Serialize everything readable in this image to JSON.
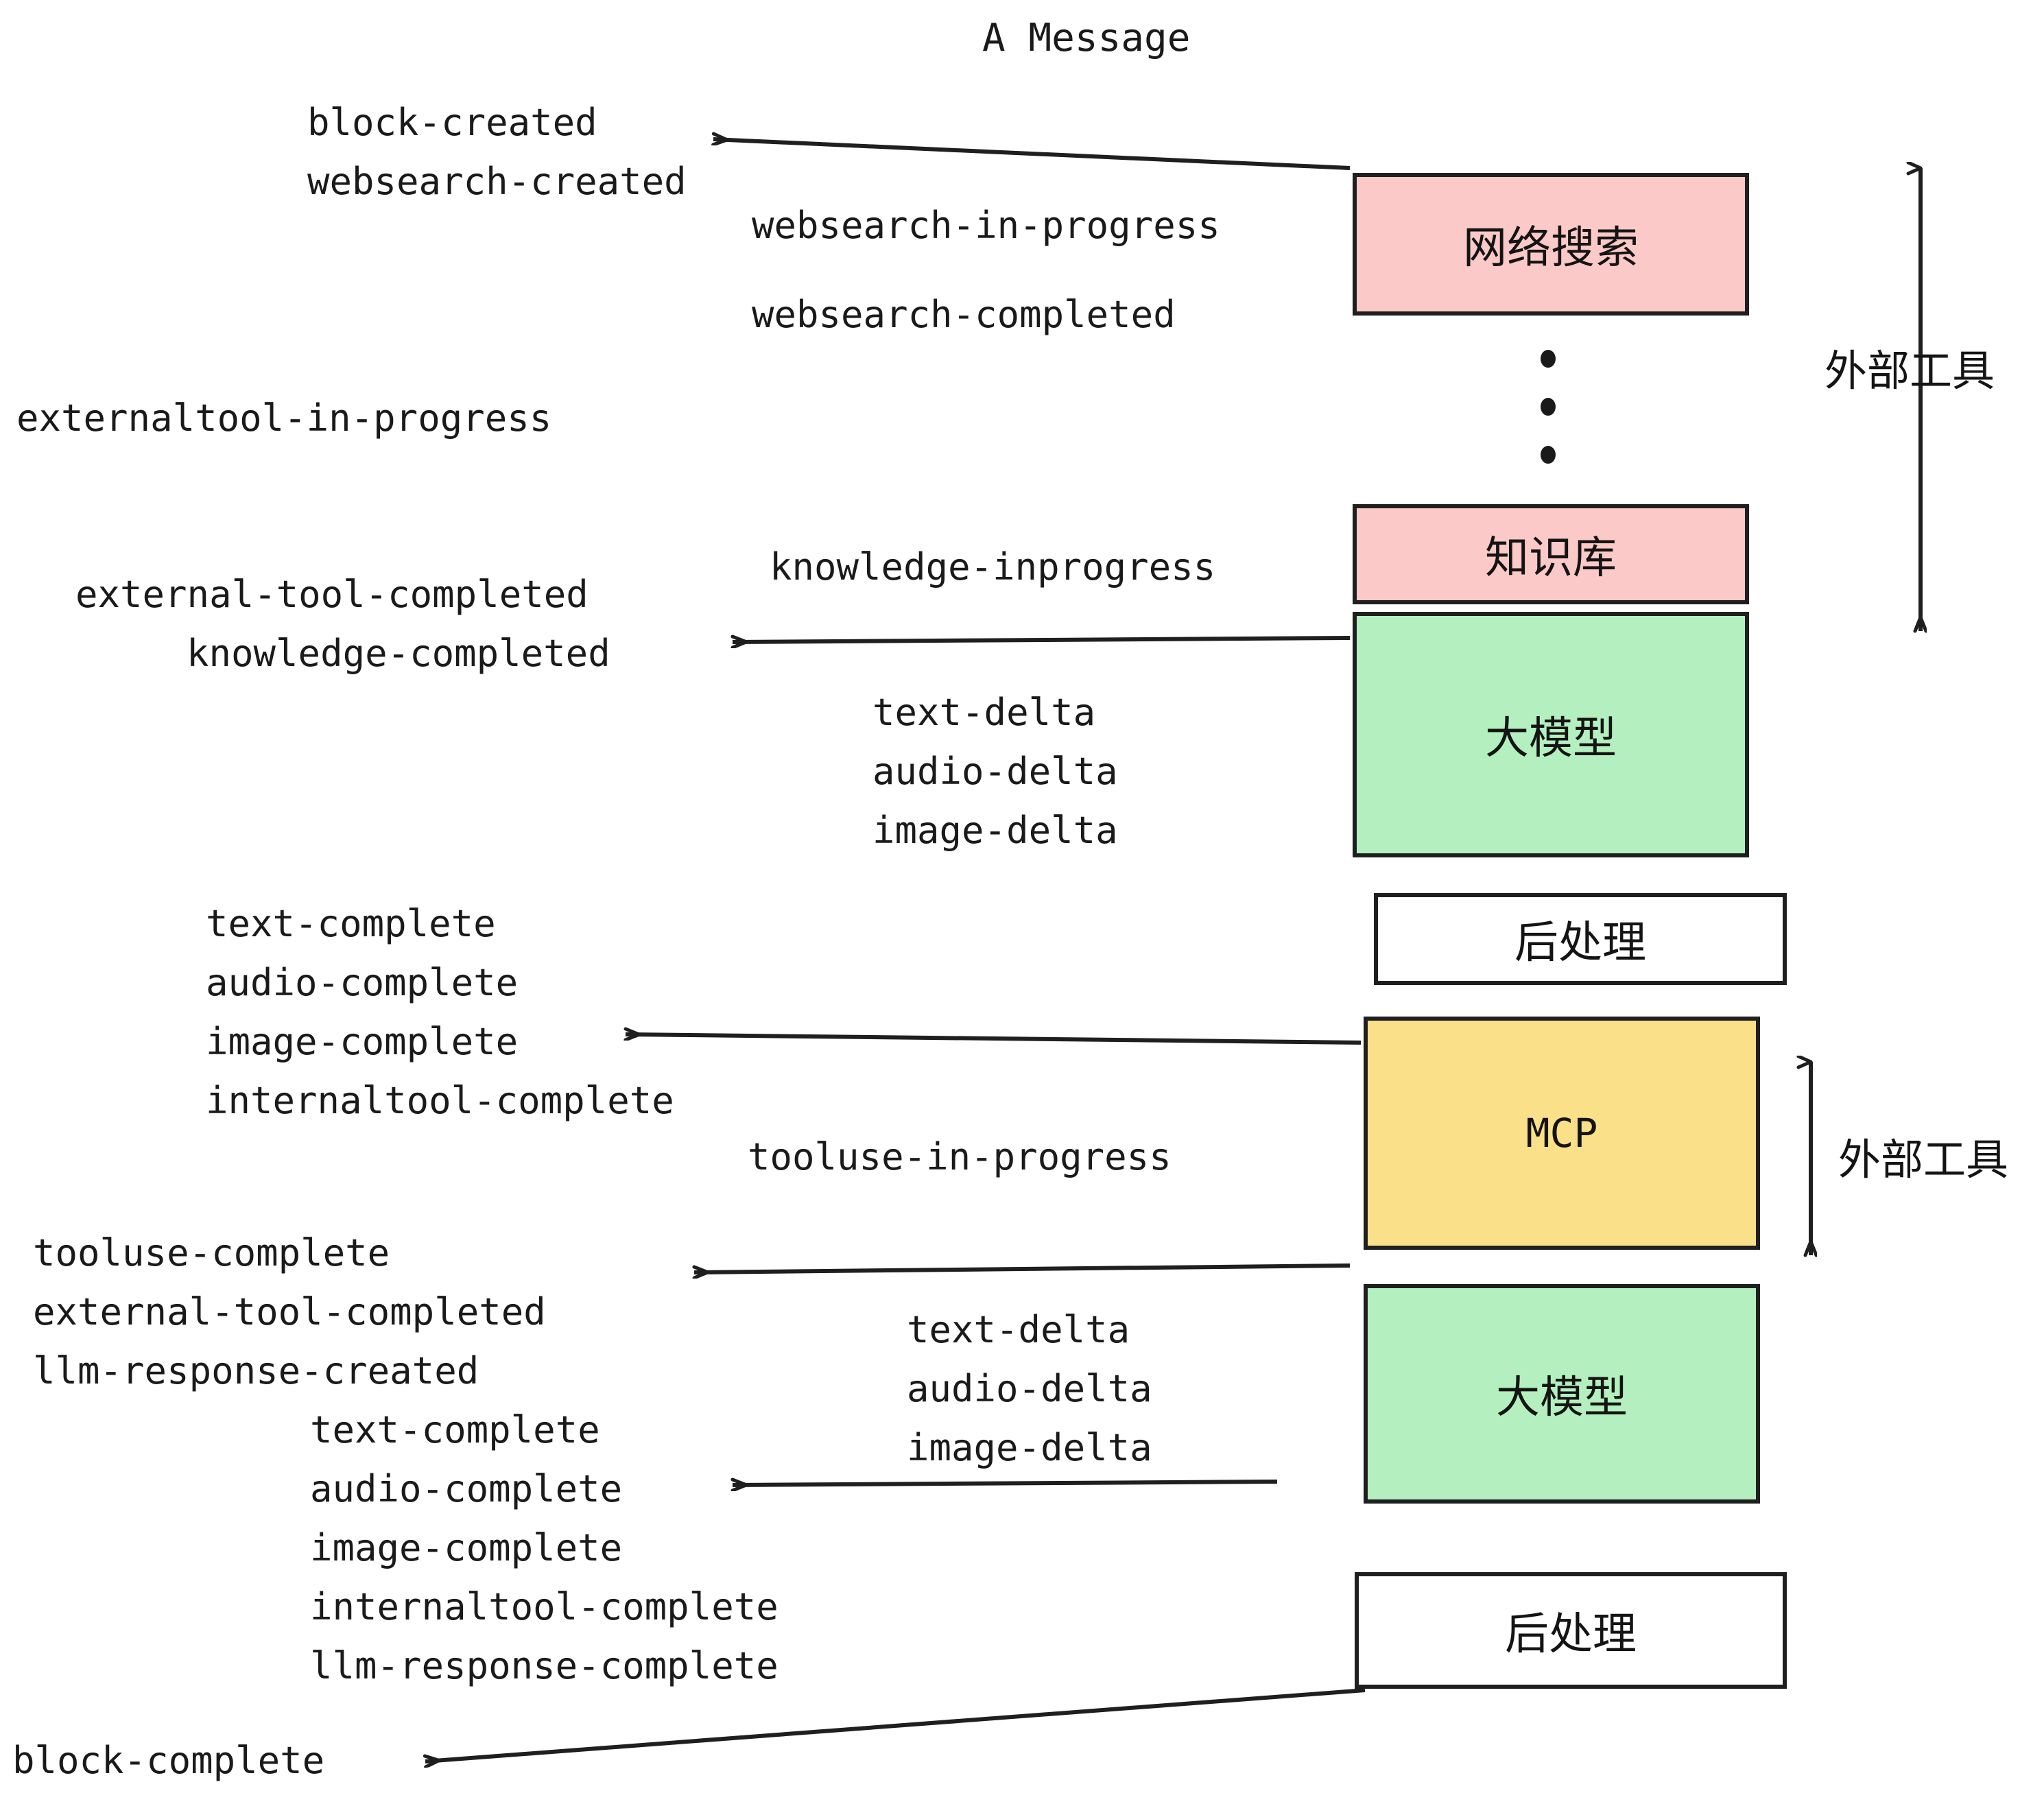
{
  "title": "A Message",
  "nodes": [
    {
      "id": "websearch",
      "label": "网络搜索",
      "fill": "#fbc9c7",
      "text_kind": "cjk"
    },
    {
      "id": "knowledge",
      "label": "知识库",
      "fill": "#fbc9c7",
      "text_kind": "cjk"
    },
    {
      "id": "llm_top",
      "label": "大模型",
      "fill": "#b4f0bf",
      "text_kind": "cjk"
    },
    {
      "id": "post_top",
      "label": "后处理",
      "fill": "#ffffff",
      "text_kind": "cjk"
    },
    {
      "id": "mcp",
      "label": "MCP",
      "fill": "#fbe08a",
      "text_kind": "mono"
    },
    {
      "id": "llm_bottom",
      "label": "大模型",
      "fill": "#b4f0bf",
      "text_kind": "cjk"
    },
    {
      "id": "post_bottom",
      "label": "后处理",
      "fill": "#ffffff",
      "text_kind": "cjk"
    }
  ],
  "side_labels": [
    {
      "id": "external-tools-upper",
      "label": "外部工具"
    },
    {
      "id": "external-tools-lower",
      "label": "外部工具"
    }
  ],
  "events": [
    {
      "id": "block-created",
      "text": "block-created"
    },
    {
      "id": "websearch-created",
      "text": "websearch-created"
    },
    {
      "id": "websearch-in-progress",
      "text": "websearch-in-progress"
    },
    {
      "id": "websearch-completed",
      "text": "websearch-completed"
    },
    {
      "id": "externaltool-in-progress",
      "text": "externaltool-in-progress"
    },
    {
      "id": "knowledge-inprogress",
      "text": "knowledge-inprogress"
    },
    {
      "id": "external-tool-completed-1",
      "text": "external-tool-completed"
    },
    {
      "id": "knowledge-completed",
      "text": "knowledge-completed"
    },
    {
      "id": "text-delta-1",
      "text": "text-delta"
    },
    {
      "id": "audio-delta-1",
      "text": "audio-delta"
    },
    {
      "id": "image-delta-1",
      "text": "image-delta"
    },
    {
      "id": "text-complete-1",
      "text": "text-complete"
    },
    {
      "id": "audio-complete-1",
      "text": "audio-complete"
    },
    {
      "id": "image-complete-1",
      "text": "image-complete"
    },
    {
      "id": "internaltool-complete-1",
      "text": "internaltool-complete"
    },
    {
      "id": "tooluse-in-progress",
      "text": "tooluse-in-progress"
    },
    {
      "id": "tooluse-complete",
      "text": "tooluse-complete"
    },
    {
      "id": "external-tool-completed-2",
      "text": "external-tool-completed"
    },
    {
      "id": "llm-response-created",
      "text": "llm-response-created"
    },
    {
      "id": "text-delta-2",
      "text": "text-delta"
    },
    {
      "id": "audio-delta-2",
      "text": "audio-delta"
    },
    {
      "id": "image-delta-2",
      "text": "image-delta"
    },
    {
      "id": "text-complete-2",
      "text": "text-complete"
    },
    {
      "id": "audio-complete-2",
      "text": "audio-complete"
    },
    {
      "id": "image-complete-2",
      "text": "image-complete"
    },
    {
      "id": "internaltool-complete-2",
      "text": "internaltool-complete"
    },
    {
      "id": "llm-response-complete",
      "text": "llm-response-complete"
    },
    {
      "id": "block-complete",
      "text": "block-complete"
    }
  ],
  "colors": {
    "stroke": "#1f1f1f",
    "pink": "#fbc9c7",
    "green": "#b4f0bf",
    "yellow": "#fbe08a",
    "white": "#ffffff",
    "text": "#1a1a1a",
    "background": "#ffffff"
  }
}
